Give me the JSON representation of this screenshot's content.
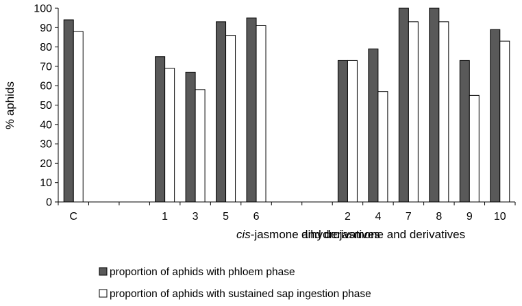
{
  "chart_data": {
    "type": "bar",
    "ylabel": "% aphids",
    "ylim": [
      0,
      100
    ],
    "ytick_step": 10,
    "grid": false,
    "legend_position": "bottom",
    "slots": [
      "C",
      "",
      "",
      "1",
      "3",
      "5",
      "6",
      "",
      "",
      "2",
      "4",
      "7",
      "8",
      "9",
      "10"
    ],
    "categories": [
      "C",
      "1",
      "3",
      "5",
      "6",
      "2",
      "4",
      "7",
      "8",
      "9",
      "10"
    ],
    "series": [
      {
        "name": "proportion of aphids with phloem phase",
        "color": "#595959",
        "values": [
          94,
          75,
          67,
          93,
          95,
          73,
          79,
          100,
          100,
          73,
          89
        ]
      },
      {
        "name": "proportion of aphids with sustained sap ingestion phase",
        "color": "#ffffff",
        "values": [
          88,
          69,
          58,
          86,
          91,
          73,
          57,
          93,
          93,
          55,
          83
        ]
      }
    ],
    "group_labels": [
      {
        "italic": "cis",
        "text": "-jasmone and derivatives"
      },
      {
        "italic": "",
        "text": "dihydrojasmone and derivatives"
      }
    ]
  }
}
